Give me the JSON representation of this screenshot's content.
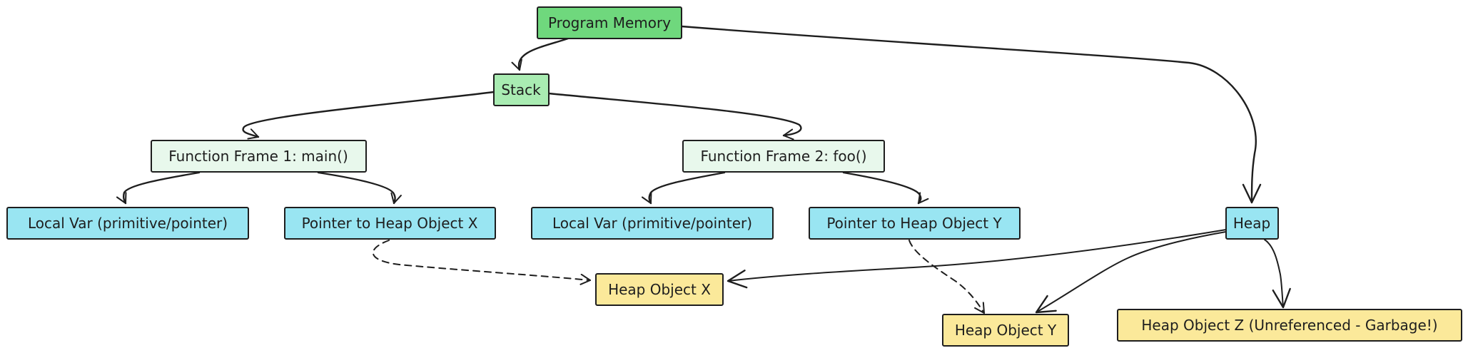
{
  "nodes": {
    "program_memory": {
      "label": "Program Memory",
      "color": "#6fd87d"
    },
    "stack": {
      "label": "Stack",
      "color": "#a9ecb2"
    },
    "heap": {
      "label": "Heap",
      "color": "#99e5f2"
    },
    "frame_main": {
      "label": "Function Frame 1: main()",
      "color": "#e8f8ec"
    },
    "frame_foo": {
      "label": "Function Frame 2: foo()",
      "color": "#e8f8ec"
    },
    "local_var_1": {
      "label": "Local Var (primitive/pointer)",
      "color": "#99e5f2"
    },
    "pointer_x": {
      "label": "Pointer to Heap Object X",
      "color": "#99e5f2"
    },
    "local_var_2": {
      "label": "Local Var (primitive/pointer)",
      "color": "#99e5f2"
    },
    "pointer_y": {
      "label": "Pointer to Heap Object Y",
      "color": "#99e5f2"
    },
    "heap_object_x": {
      "label": "Heap Object X",
      "color": "#fbe99a"
    },
    "heap_object_y": {
      "label": "Heap Object Y",
      "color": "#fbe99a"
    },
    "heap_object_z": {
      "label": "Heap Object Z (Unreferenced - Garbage!)",
      "color": "#fbe99a"
    }
  },
  "edges": [
    {
      "from": "program_memory",
      "to": "stack",
      "style": "solid"
    },
    {
      "from": "program_memory",
      "to": "heap",
      "style": "solid"
    },
    {
      "from": "stack",
      "to": "frame_main",
      "style": "solid"
    },
    {
      "from": "stack",
      "to": "frame_foo",
      "style": "solid"
    },
    {
      "from": "frame_main",
      "to": "local_var_1",
      "style": "solid"
    },
    {
      "from": "frame_main",
      "to": "pointer_x",
      "style": "solid"
    },
    {
      "from": "frame_foo",
      "to": "local_var_2",
      "style": "solid"
    },
    {
      "from": "frame_foo",
      "to": "pointer_y",
      "style": "solid"
    },
    {
      "from": "heap",
      "to": "heap_object_x",
      "style": "solid"
    },
    {
      "from": "heap",
      "to": "heap_object_y",
      "style": "solid"
    },
    {
      "from": "heap",
      "to": "heap_object_z",
      "style": "solid"
    },
    {
      "from": "pointer_x",
      "to": "heap_object_x",
      "style": "dashed"
    },
    {
      "from": "pointer_y",
      "to": "heap_object_y",
      "style": "dashed"
    }
  ]
}
